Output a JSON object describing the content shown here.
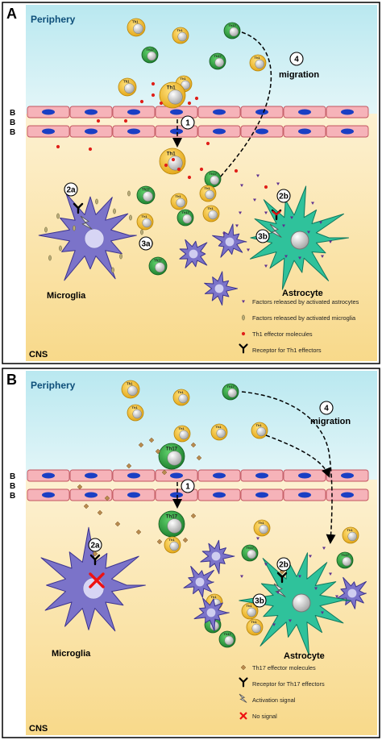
{
  "panels": [
    {
      "letter": "A",
      "periphery": "Periphery",
      "cns": "CNS",
      "barrier": [
        "B",
        "B",
        "B"
      ],
      "migration": "migration",
      "steps": {
        "s1": "1",
        "s2a": "2a",
        "s2b": "2b",
        "s3a": "3a",
        "s3b": "3b",
        "s4": "4"
      },
      "cells": {
        "microglia": "Microglia",
        "astrocyte": "Astrocyte",
        "th1": "Th1",
        "th17": "Th17"
      },
      "legend": [
        "Factors released by activated astrocytes",
        "Factors released by activated microglia",
        "Th1 effector molecules",
        "Receptor for Th1 effectors"
      ]
    },
    {
      "letter": "B",
      "periphery": "Periphery",
      "cns": "CNS",
      "barrier": [
        "B",
        "B",
        "B"
      ],
      "migration": "migration",
      "steps": {
        "s1": "1",
        "s2a": "2a",
        "s2b": "2b",
        "s3b": "3b",
        "s4": "4"
      },
      "cells": {
        "microglia": "Microglia",
        "astrocyte": "Astrocyte",
        "th1": "Th1",
        "th17": "Th17"
      },
      "legend": [
        "Th17 effector molecules",
        "Receptor for Th17 effectors",
        "Activation signal",
        "No signal"
      ]
    }
  ],
  "colors": {
    "th1": "#f2b81c",
    "th17": "#2e9c3c",
    "microglia": "#7b73c9",
    "astrocyte": "#2fc29b",
    "periphery_bg": "#cdeef3",
    "cns_bg": "#fbe6b0",
    "endothelium": "#f6b3b9",
    "nucleus": "#1a3fc4",
    "th1_molecule": "#e0201a",
    "th17_molecule": "#b88a4e",
    "astro_factor": "#5d2f8f",
    "micro_factor": "#b9ad7a"
  }
}
